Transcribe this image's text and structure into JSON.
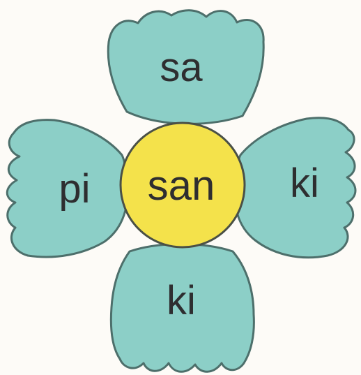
{
  "flower": {
    "center": {
      "syllable": "san"
    },
    "petals": {
      "top": "sa",
      "left": "pi",
      "right": "ki",
      "bottom": "ki"
    }
  },
  "colors": {
    "petal_fill": "#8ccfc7",
    "petal_outline": "#4d6f6b",
    "center_fill": "#f4e24b",
    "center_outline": "#4a5046",
    "text": "#2e2e30",
    "background": "#fdfbf7"
  }
}
